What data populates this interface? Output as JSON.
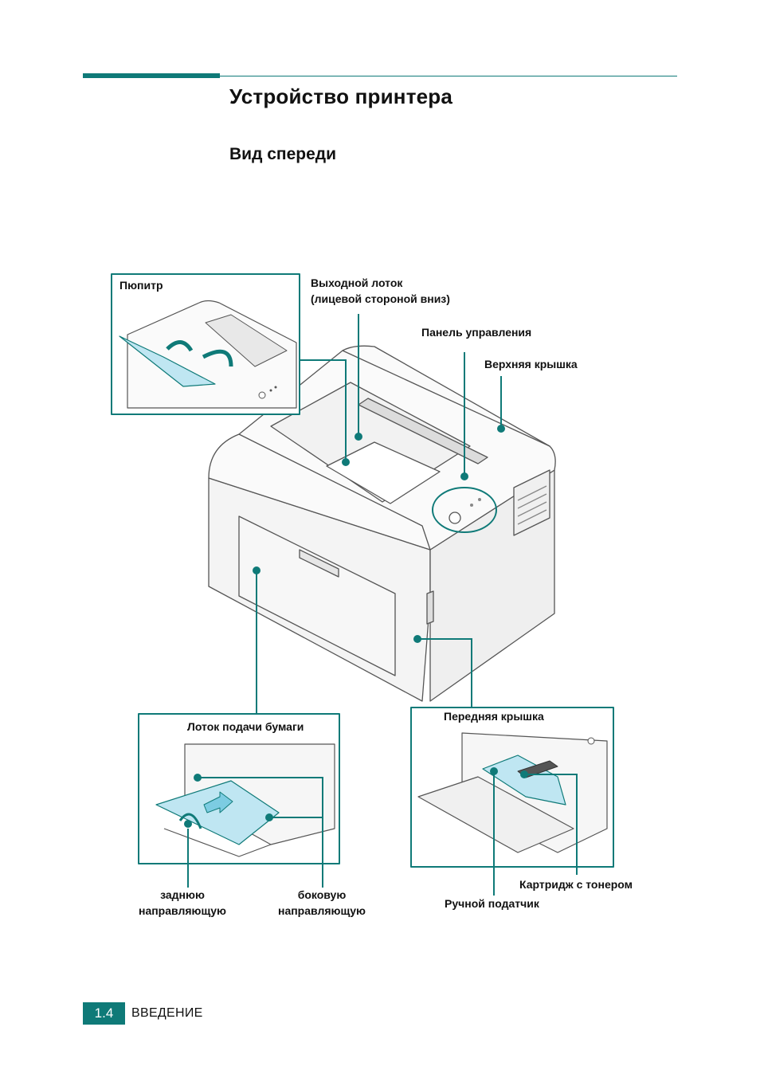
{
  "page": {
    "title": "Устройство принтера",
    "subtitle": "Вид спереди"
  },
  "labels": {
    "stand": "Пюпитр",
    "output_tray_line1": "Выходной лоток",
    "output_tray_line2": "(лицевой стороной вниз)",
    "control_panel": "Панель управления",
    "top_cover": "Верхняя крышка",
    "paper_tray": "Лоток подачи бумаги",
    "front_cover": "Передняя крышка",
    "rear_guide_line1": "заднюю",
    "rear_guide_line2": "направляющую",
    "side_guide_line1": "боковую",
    "side_guide_line2": "направляющую",
    "toner_cartridge": "Картридж с тонером",
    "manual_feeder": "Ручной податчик"
  },
  "footer": {
    "page_number": "1.4",
    "section": "ВВЕДЕНИЕ"
  },
  "colors": {
    "accent": "#0f7a78",
    "paper_blue": "#bfe6f2"
  }
}
